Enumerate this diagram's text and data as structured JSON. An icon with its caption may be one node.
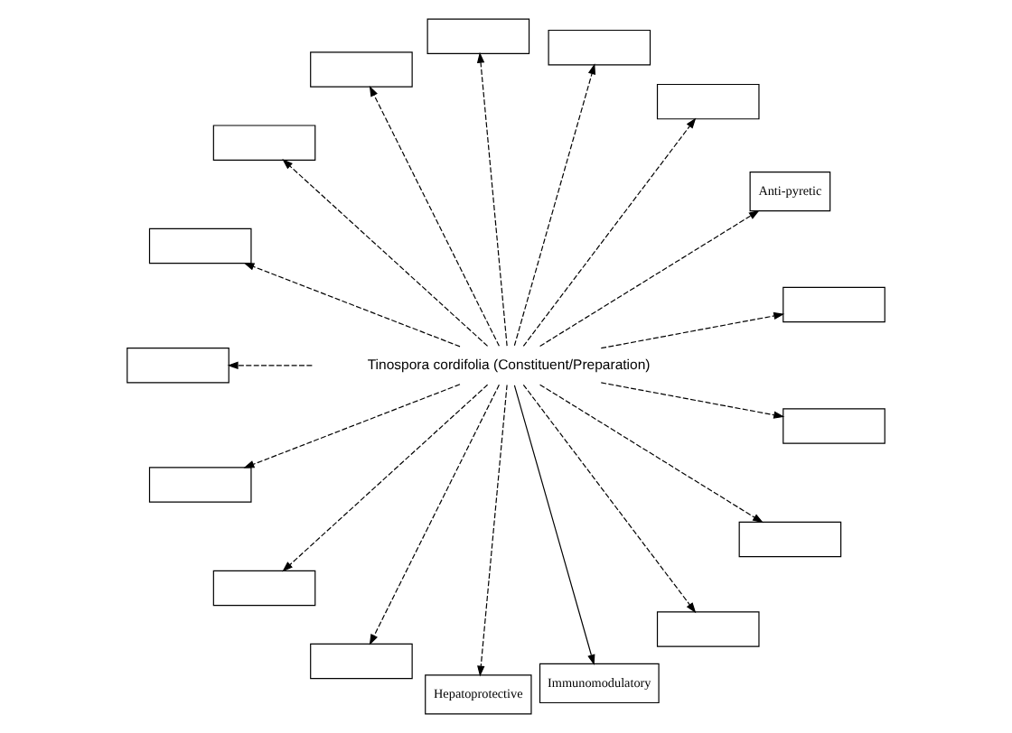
{
  "diagram": {
    "nodes": [
      {
        "text": [
          "Tinospora cordifolia (Constituent/Preparation)"
        ]
      },
      {
        "text": [],
        "shape": "box"
      },
      {
        "text": [
          "Anti-pyretic"
        ]
      },
      {
        "text": [],
        "shape": "box"
      },
      {
        "text": [],
        "shape": "box"
      },
      {
        "text": [],
        "shape": "box"
      },
      {
        "text": [],
        "shape": "box"
      },
      {
        "text": [],
        "shape": "box"
      },
      {
        "text": [],
        "shape": "box"
      },
      {
        "text": [],
        "shape": "box"
      },
      {
        "text": [],
        "shape": "box"
      },
      {
        "text": [],
        "shape": "box"
      },
      {
        "text": [],
        "shape": "box"
      },
      {
        "text": [
          "Hepatoprotective"
        ]
      },
      {
        "text": [
          "Immunomodulatory"
        ]
      },
      {
        "text": [],
        "shape": "box"
      },
      {
        "text": [],
        "shape": "box"
      },
      {
        "text": [],
        "shape": "box"
      }
    ],
    "edges": [
      {
        "from": 0,
        "to": 1,
        "arrow": "to",
        "style": "dashed"
      },
      {
        "from": 0,
        "to": 2,
        "arrow": "to",
        "style": "dashed"
      },
      {
        "from": 0,
        "to": 3,
        "arrow": "to",
        "style": "dashed"
      },
      {
        "from": 0,
        "to": 4,
        "arrow": "to",
        "style": "dashed"
      },
      {
        "from": 0,
        "to": 5,
        "arrow": "to",
        "style": "dashed"
      },
      {
        "from": 0,
        "to": 6,
        "arrow": "to",
        "style": "dashed"
      },
      {
        "from": 0,
        "to": 7,
        "arrow": "to",
        "style": "dashed"
      },
      {
        "from": 0,
        "to": 8,
        "arrow": "to",
        "style": "dashed"
      },
      {
        "from": 0,
        "to": 9,
        "arrow": "to",
        "style": "dashed"
      },
      {
        "from": 0,
        "to": 10,
        "arrow": "to",
        "style": "dashed"
      },
      {
        "from": 0,
        "to": 11,
        "arrow": "to",
        "style": "dashed"
      },
      {
        "from": 0,
        "to": 12,
        "arrow": "to",
        "style": "dashed"
      },
      {
        "from": 0,
        "to": 13,
        "arrow": "to",
        "style": "dashed"
      },
      {
        "from": 0,
        "to": 14,
        "arrow": "to"
      },
      {
        "from": 0,
        "to": 15,
        "arrow": "to",
        "style": "dashed"
      },
      {
        "from": 0,
        "to": 16,
        "arrow": "to",
        "style": "dashed"
      },
      {
        "from": 0,
        "to": 17,
        "arrow": "to",
        "style": "dashed"
      }
    ]
  }
}
